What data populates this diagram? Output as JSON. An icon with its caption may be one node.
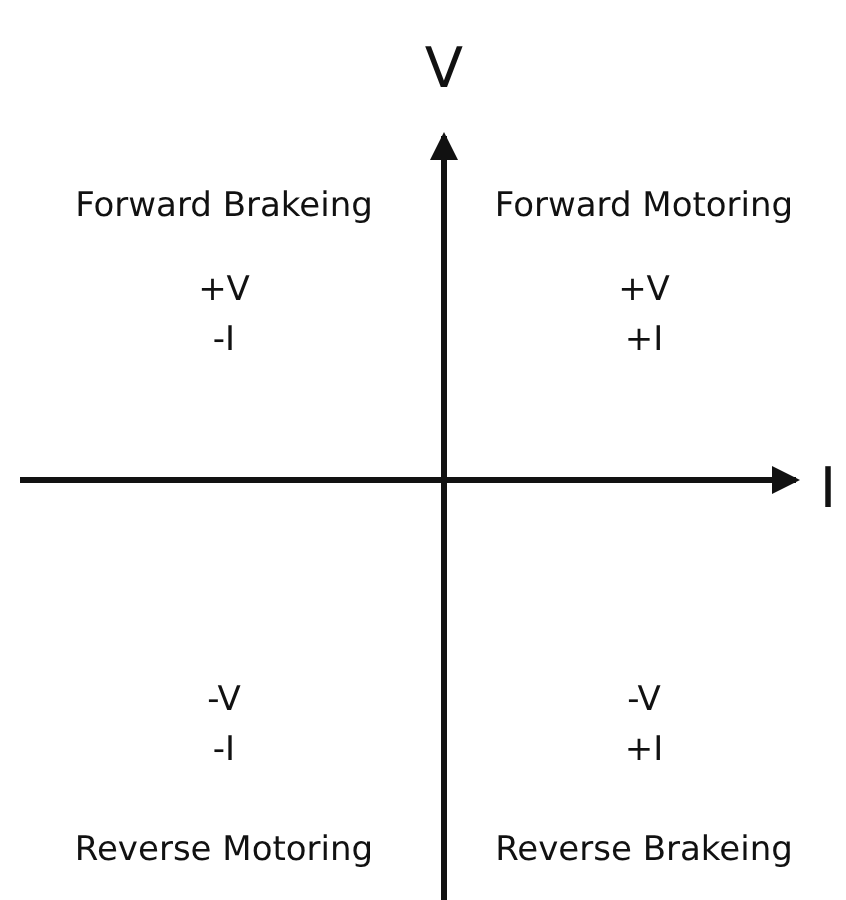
{
  "diagram": {
    "labels": [
      "V",
      "Forward Brakeing",
      "Forward Motoring",
      "+V",
      "+V",
      "-I",
      "+I",
      "I",
      "-V",
      "-V",
      "-I",
      "+I",
      "Reverse Motoring",
      "Reverse Brakeing"
    ]
  }
}
